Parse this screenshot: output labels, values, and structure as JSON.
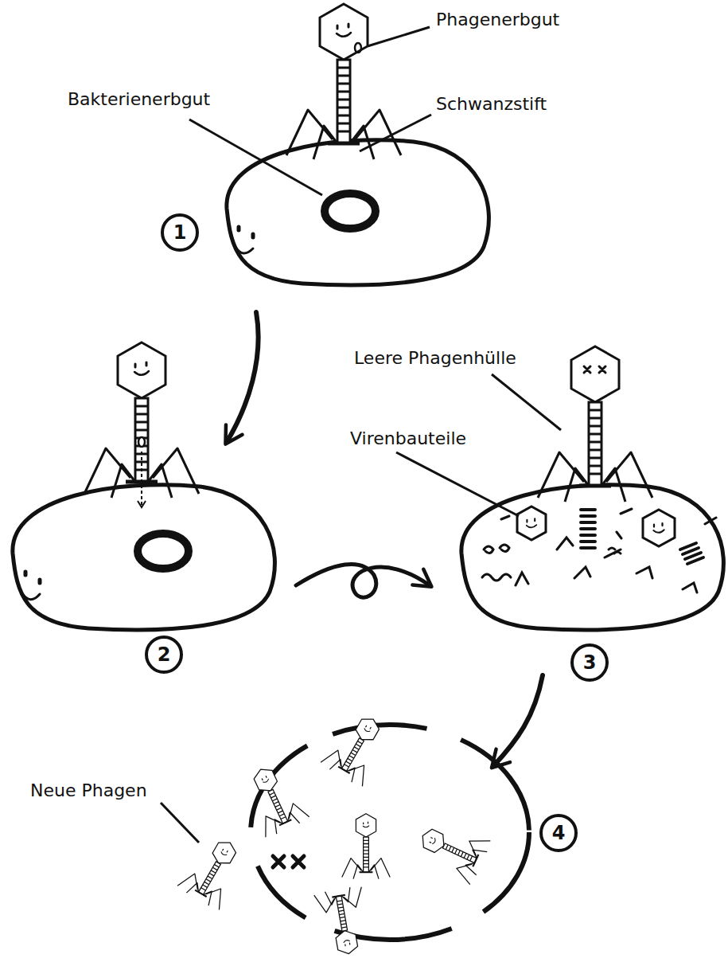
{
  "diagram": {
    "nodes": [
      {
        "text": [
          "1"
        ]
      },
      {
        "text": [
          "2"
        ]
      },
      {
        "text": [
          "3"
        ]
      },
      {
        "text": [
          "4"
        ]
      }
    ],
    "labels": [
      "Phagenerbgut",
      "Bakterienerbgut",
      "Schwanzstift",
      "Leere Phagenhülle",
      "Virenbauteile",
      "Neue Phagen"
    ]
  }
}
